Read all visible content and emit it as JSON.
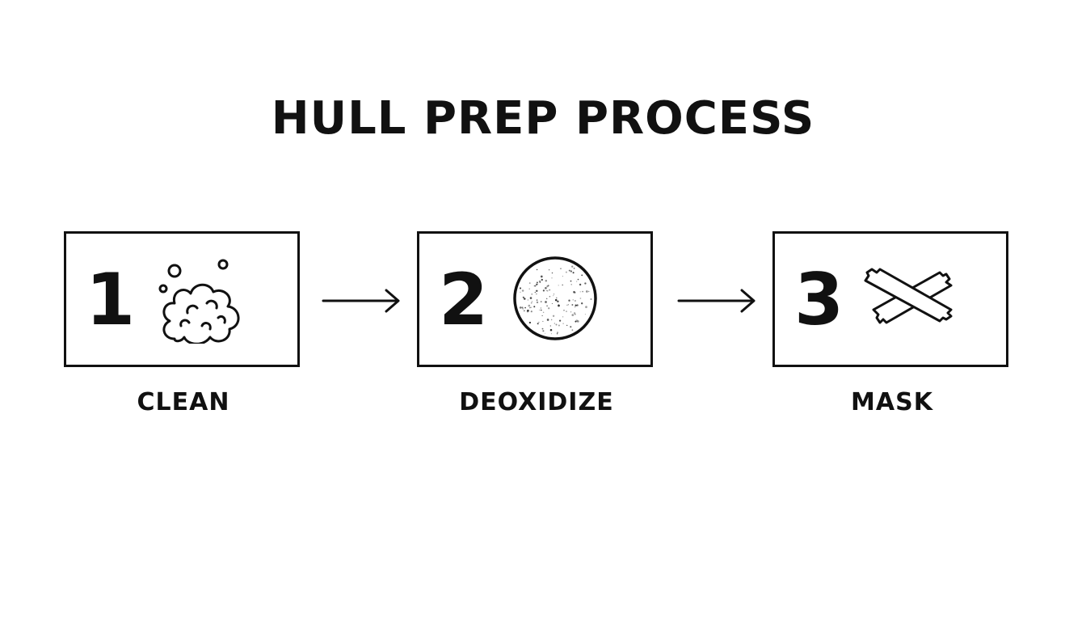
{
  "title": "HULL PREP PROCESS",
  "steps": [
    {
      "number": "1",
      "label": "CLEAN",
      "icon": "soap-bubbles-icon"
    },
    {
      "number": "2",
      "label": "DEOXIDIZE",
      "icon": "abrasive-disc-icon"
    },
    {
      "number": "3",
      "label": "MASK",
      "icon": "masking-tape-icon"
    }
  ],
  "connectors": [
    "arrow-right-icon",
    "arrow-right-icon"
  ],
  "colors": {
    "ink": "#111111",
    "background": "#ffffff"
  }
}
